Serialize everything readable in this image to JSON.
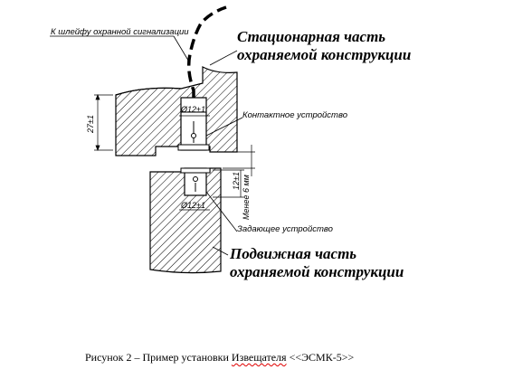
{
  "labels": {
    "cable_label": "К шлейфу охранной сигнализации",
    "stationary_line1": "Стационарная часть",
    "stationary_line2": "охраняемой конструкции",
    "contact_device": "Контактное устройство",
    "setting_device": "Задающее устройство",
    "movable_line1": "Подвижная часть",
    "movable_line2": "охраняемой конструкции"
  },
  "dimensions": {
    "diam_top": "Ø12±1",
    "diam_bottom": "Ø12±1",
    "height_27": "27±1",
    "height_12": "12±1",
    "gap": "Менее 6 мм"
  },
  "caption": {
    "prefix": "Рисунок  2 –  Пример установки",
    "underlined": "Извещателя",
    "suffix": "<<ЭСМК-5>>"
  },
  "colors": {
    "line": "#000000",
    "hatch": "#000000",
    "spellcheck_underline": "#e00000"
  }
}
